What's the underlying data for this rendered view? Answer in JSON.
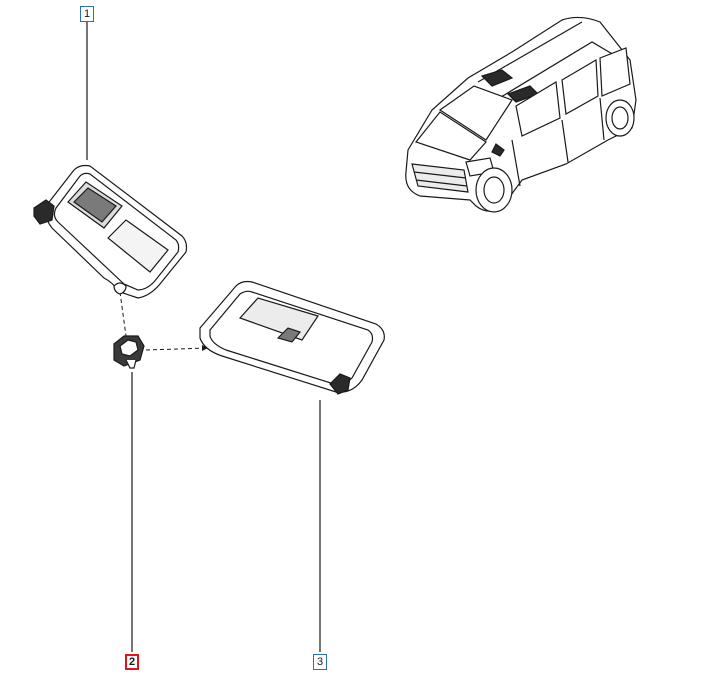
{
  "callouts": [
    {
      "number": "1",
      "selected": false
    },
    {
      "number": "2",
      "selected": true
    },
    {
      "number": "3",
      "selected": false
    }
  ],
  "colors": {
    "line": "#1a1a1a",
    "callout_border": "#2a6fb8",
    "selected_border": "#e3141b"
  }
}
